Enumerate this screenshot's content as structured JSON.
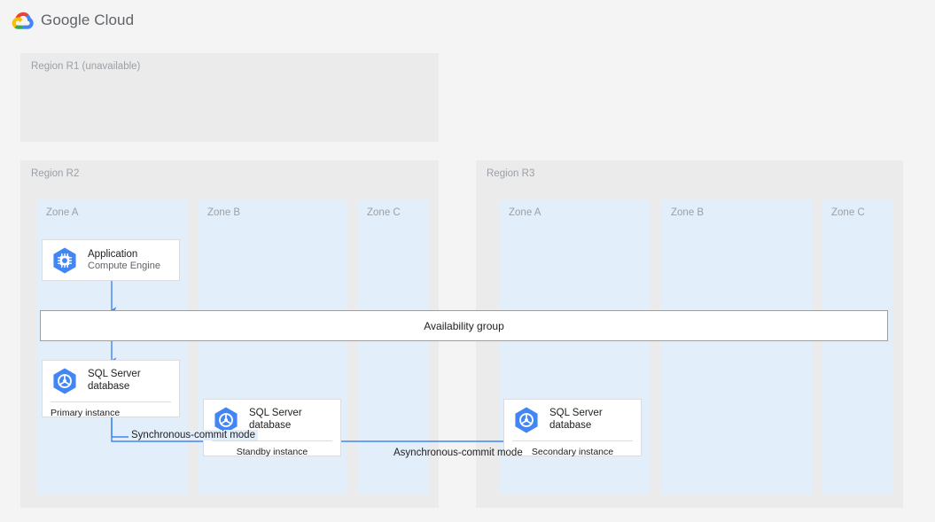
{
  "header": {
    "logo_icon": "google-cloud-logo",
    "title": "Google Cloud",
    "title_color": "#5f6368"
  },
  "colors": {
    "page_background": "#f4f4f4",
    "region_background": "#ebebeb",
    "zone_background": "#e3eefb",
    "card_background": "#ffffff",
    "card_border": "#dadce0",
    "accent_blue": "#4285f4",
    "connector_blue": "#4285f4",
    "muted_text": "#9aa0a6",
    "body_text": "#202124"
  },
  "diagram": {
    "regions": [
      {
        "id": "r1",
        "label": "Region R1 (unavailable)",
        "zones": []
      },
      {
        "id": "r2",
        "label": "Region R2",
        "zones": [
          {
            "id": "r2-a",
            "label": "Zone A"
          },
          {
            "id": "r2-b",
            "label": "Zone B"
          },
          {
            "id": "r2-c",
            "label": "Zone C"
          }
        ]
      },
      {
        "id": "r3",
        "label": "Region R3",
        "zones": [
          {
            "id": "r3-a",
            "label": "Zone A"
          },
          {
            "id": "r3-b",
            "label": "Zone B"
          },
          {
            "id": "r3-c",
            "label": "Zone C"
          }
        ]
      }
    ],
    "availability_group": {
      "label": "Availability group"
    },
    "nodes": [
      {
        "id": "application",
        "icon": "compute-engine-icon",
        "title": "Application",
        "subtitle": "Compute Engine",
        "footer": null,
        "region": "r2",
        "zone": "r2-a"
      },
      {
        "id": "sql-primary",
        "icon": "sql-server-icon",
        "title": "SQL Server\ndatabase",
        "subtitle": null,
        "footer": "Primary instance",
        "region": "r2",
        "zone": "r2-a"
      },
      {
        "id": "sql-standby",
        "icon": "sql-server-icon",
        "title": "SQL Server\ndatabase",
        "subtitle": null,
        "footer": "Standby instance",
        "region": "r2",
        "zone": "r2-b"
      },
      {
        "id": "sql-secondary",
        "icon": "sql-server-icon",
        "title": "SQL Server\ndatabase",
        "subtitle": null,
        "footer": "Secondary instance",
        "region": "r3",
        "zone": "r3-a"
      }
    ],
    "connectors": [
      {
        "id": "sync-commit",
        "label": "Synchronous-commit mode",
        "from": "sql-primary",
        "to": "sql-standby"
      },
      {
        "id": "async-commit",
        "label": "Asynchronous-commit mode",
        "from": "sql-primary",
        "to": "sql-secondary"
      }
    ]
  }
}
